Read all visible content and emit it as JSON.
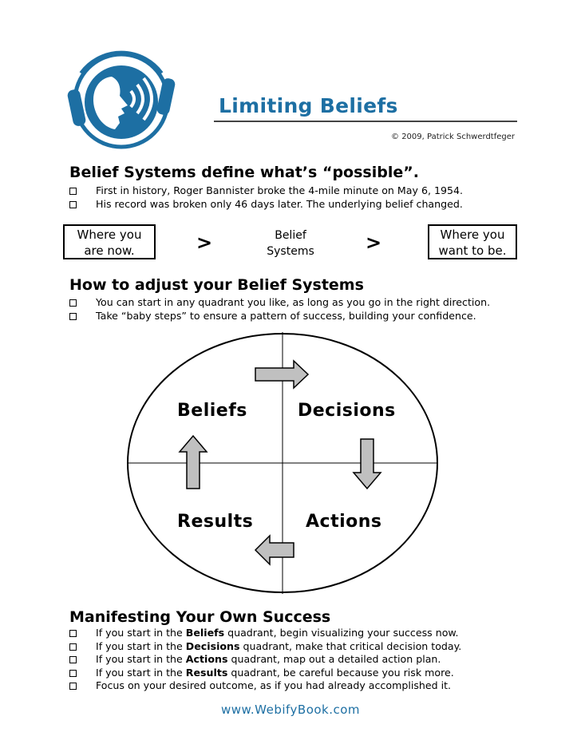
{
  "header": {
    "title": "Limiting Beliefs",
    "copyright": "© 2009, Patrick Schwerdtfeger"
  },
  "section1": {
    "heading": "Belief Systems define what’s “possible”.",
    "items": [
      "First in history, Roger Bannister broke the 4-mile minute on May 6, 1954.",
      "His record was broken only 46 days later.  The underlying belief changed."
    ]
  },
  "flow": {
    "left_line1": "Where you",
    "left_line2": "are now.",
    "arrow1": ">",
    "middle_line1": "Belief",
    "middle_line2": "Systems",
    "arrow2": ">",
    "right_line1": "Where you",
    "right_line2": "want to be."
  },
  "section2": {
    "heading": "How to adjust your Belief Systems",
    "items": [
      "You can start in any quadrant you like, as long as you go in the right direction.",
      "Take “baby steps” to ensure a pattern of success, building your confidence."
    ]
  },
  "diagram": {
    "q1": "Beliefs",
    "q2": "Decisions",
    "q3": "Results",
    "q4": "Actions",
    "arrow_fill": "#c0c0c0"
  },
  "section3": {
    "heading": "Manifesting Your Own Success",
    "items": [
      {
        "pre": "If you start in the ",
        "bold": "Beliefs",
        "post": " quadrant, begin visualizing your success now."
      },
      {
        "pre": "If you start in the ",
        "bold": "Decisions",
        "post": " quadrant, make that critical decision today."
      },
      {
        "pre": "If you start in the ",
        "bold": "Actions",
        "post": " quadrant, map out a detailed action plan."
      },
      {
        "pre": "If you start in the ",
        "bold": "Results",
        "post": " quadrant, be careful because you risk more."
      },
      {
        "pre": "Focus on your desired outcome, as if you had already accomplished it.",
        "bold": "",
        "post": ""
      }
    ]
  },
  "footer": {
    "url": "www.WebifyBook.com"
  },
  "colors": {
    "brand": "#1d6fa3"
  }
}
